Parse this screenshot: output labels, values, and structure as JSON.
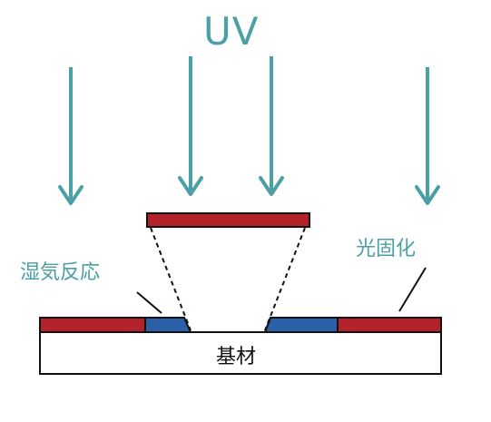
{
  "title": "UV",
  "labels": {
    "moisture_reaction": "湿気反応",
    "photo_cure": "光固化",
    "substrate": "基材"
  },
  "colors": {
    "teal": "#4aa0a4",
    "red": "#b3222b",
    "blue": "#2b5fa8",
    "outline": "#111111",
    "substrate_fill": "#ffffff"
  },
  "arrow_count": 4
}
